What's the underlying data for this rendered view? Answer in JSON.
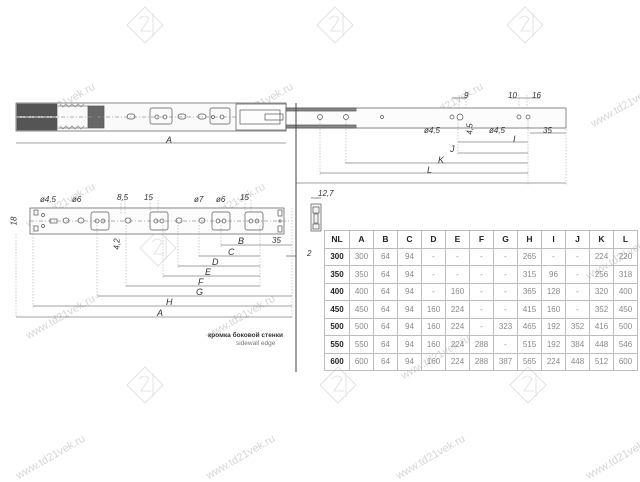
{
  "watermark": {
    "text": "www.td21vek.ru",
    "logo_label": "21 vek logo"
  },
  "top_view": {
    "dimensions": {
      "A": "A",
      "I": "I",
      "J": "J",
      "K": "K",
      "L": "L",
      "d9": "9",
      "d10": "10",
      "d16": "16",
      "d35": "35",
      "d4_5_vertical": "4,5",
      "hole1": "ø4,5",
      "hole2": "ø4,5"
    }
  },
  "side_view": {
    "dimensions": {
      "A": "A",
      "B": "B",
      "C": "C",
      "D": "D",
      "E": "E",
      "F": "F",
      "G": "G",
      "H": "H",
      "d18": "18",
      "d4_2": "4,2",
      "d8_5": "8,5",
      "d15a": "15",
      "d15b": "15",
      "d35": "35",
      "d2": "2",
      "d12_7": "12,7",
      "hole_4_5": "ø4,5",
      "hole_6a": "ø6",
      "hole_7": "ø7",
      "hole_6b": "ø6"
    },
    "caption_ru": "кромка боковой стенки",
    "caption_en": "sidewall edge"
  },
  "table": {
    "headers": [
      "NL",
      "A",
      "B",
      "C",
      "D",
      "E",
      "F",
      "G",
      "H",
      "I",
      "J",
      "K",
      "L"
    ],
    "rows": [
      [
        "300",
        "300",
        "64",
        "94",
        "-",
        "-",
        "-",
        "-",
        "265",
        "-",
        "-",
        "224",
        "220"
      ],
      [
        "350",
        "350",
        "64",
        "94",
        "-",
        "-",
        "-",
        "-",
        "315",
        "96",
        "-",
        "256",
        "318"
      ],
      [
        "400",
        "400",
        "64",
        "94",
        "-",
        "160",
        "-",
        "-",
        "365",
        "128",
        "-",
        "320",
        "400"
      ],
      [
        "450",
        "450",
        "64",
        "94",
        "160",
        "224",
        "-",
        "-",
        "415",
        "160",
        "-",
        "352",
        "450"
      ],
      [
        "500",
        "500",
        "64",
        "94",
        "160",
        "224",
        "-",
        "323",
        "465",
        "192",
        "352",
        "416",
        "500"
      ],
      [
        "550",
        "550",
        "64",
        "94",
        "160",
        "224",
        "288",
        "-",
        "515",
        "192",
        "384",
        "448",
        "546"
      ],
      [
        "600",
        "600",
        "64",
        "94",
        "160",
        "224",
        "288",
        "387",
        "565",
        "224",
        "448",
        "512",
        "600"
      ]
    ]
  }
}
